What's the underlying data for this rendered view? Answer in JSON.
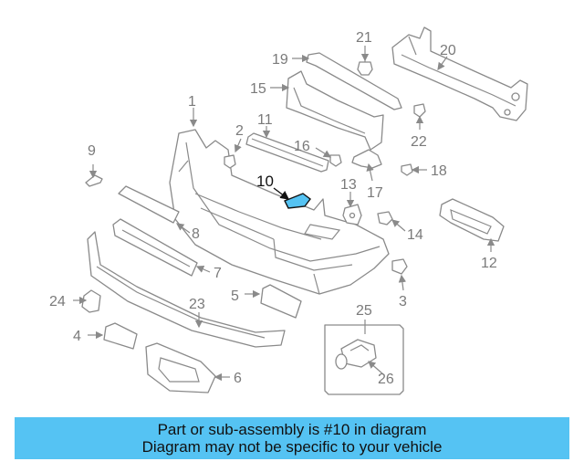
{
  "diagram": {
    "highlight_color": "#55c3f3",
    "labels": [
      "1",
      "2",
      "3",
      "4",
      "5",
      "6",
      "7",
      "8",
      "9",
      "10",
      "11",
      "12",
      "13",
      "14",
      "15",
      "16",
      "17",
      "18",
      "19",
      "20",
      "21",
      "22",
      "23",
      "24",
      "25",
      "26"
    ],
    "highlighted": "10"
  },
  "banner": {
    "line1": "Part or sub-assembly is #10 in diagram",
    "line2": "Diagram may not be specific to your vehicle"
  }
}
